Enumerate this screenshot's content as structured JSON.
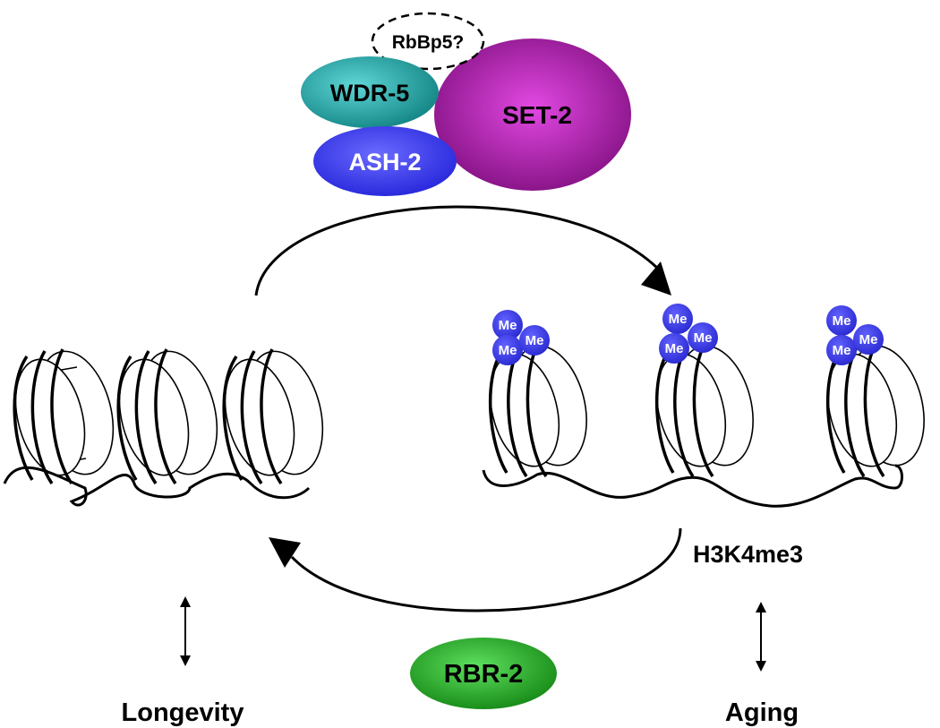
{
  "complex": {
    "rbbp5_label": "RbBp5?",
    "wdr5_label": "WDR-5",
    "ash2_label": "ASH-2",
    "set2_label": "SET-2"
  },
  "methyl": {
    "label": "Me"
  },
  "labels": {
    "h3k4me3": "H3K4me3",
    "longevity": "Longevity",
    "aging": "Aging",
    "rbr2": "RBR-2"
  },
  "colors": {
    "wdr5": "#1a9a9a",
    "ash2": "#3a3af0",
    "set2": "#b020b0",
    "rbr2": "#1aa01a",
    "methyl": "#3a3ae8"
  }
}
